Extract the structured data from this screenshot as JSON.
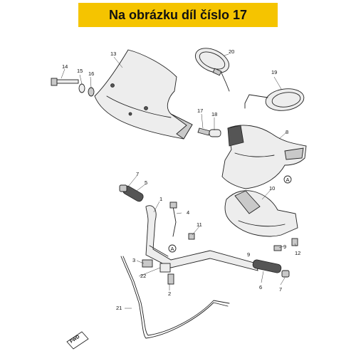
{
  "banner": {
    "text": "Na obrázku díl číslo 17",
    "bg_color": "#f5c400"
  },
  "callouts": [
    "1",
    "2",
    "3",
    "4",
    "5",
    "6",
    "7",
    "7",
    "8",
    "9",
    "9",
    "10",
    "11",
    "12",
    "13",
    "14",
    "15",
    "16",
    "17",
    "18",
    "19",
    "20",
    "21",
    "22"
  ],
  "ref_markers": [
    "A",
    "A"
  ],
  "direction_label": "FWD"
}
